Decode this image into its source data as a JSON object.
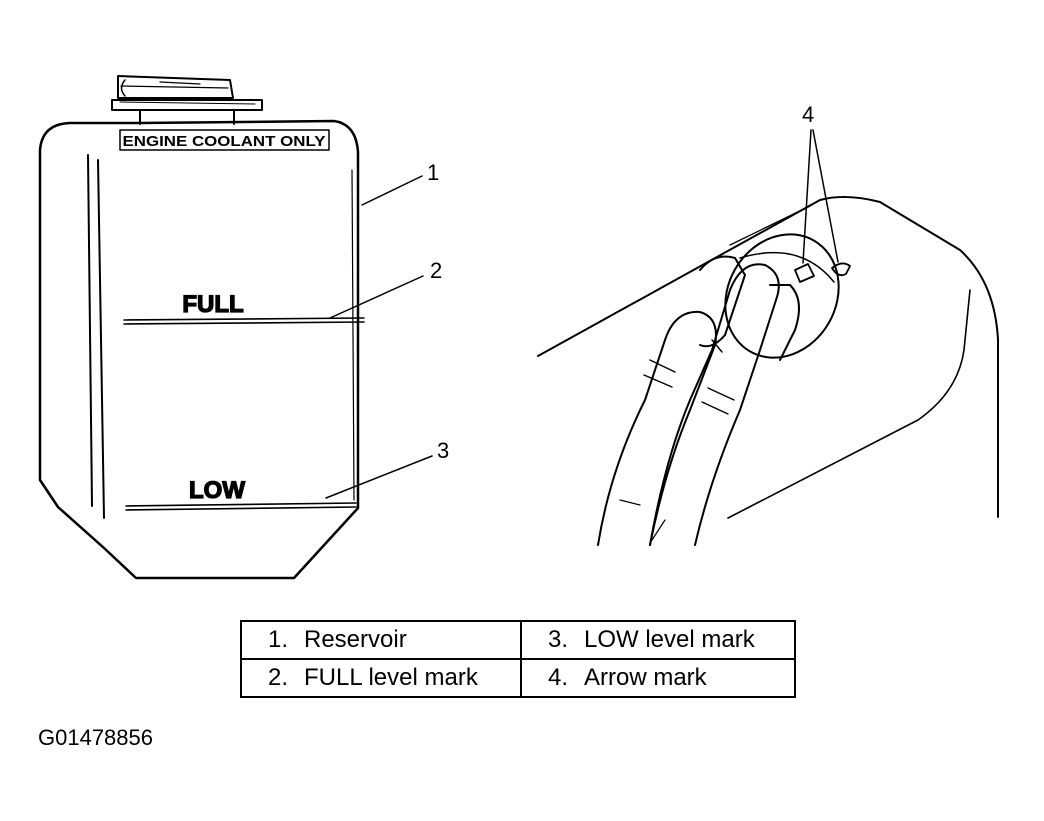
{
  "reservoir_diagram": {
    "cap_label": "ENGINE COOLANT ONLY",
    "full_label": "FULL",
    "low_label": "LOW",
    "callouts": [
      "1",
      "2",
      "3"
    ]
  },
  "cap_diagram": {
    "callout": "4"
  },
  "legend": [
    {
      "num": "1.",
      "text": "Reservoir"
    },
    {
      "num": "2.",
      "text": "FULL level mark"
    },
    {
      "num": "3.",
      "text": "LOW level mark"
    },
    {
      "num": "4.",
      "text": "Arrow mark"
    }
  ],
  "figure_id": "G01478856"
}
